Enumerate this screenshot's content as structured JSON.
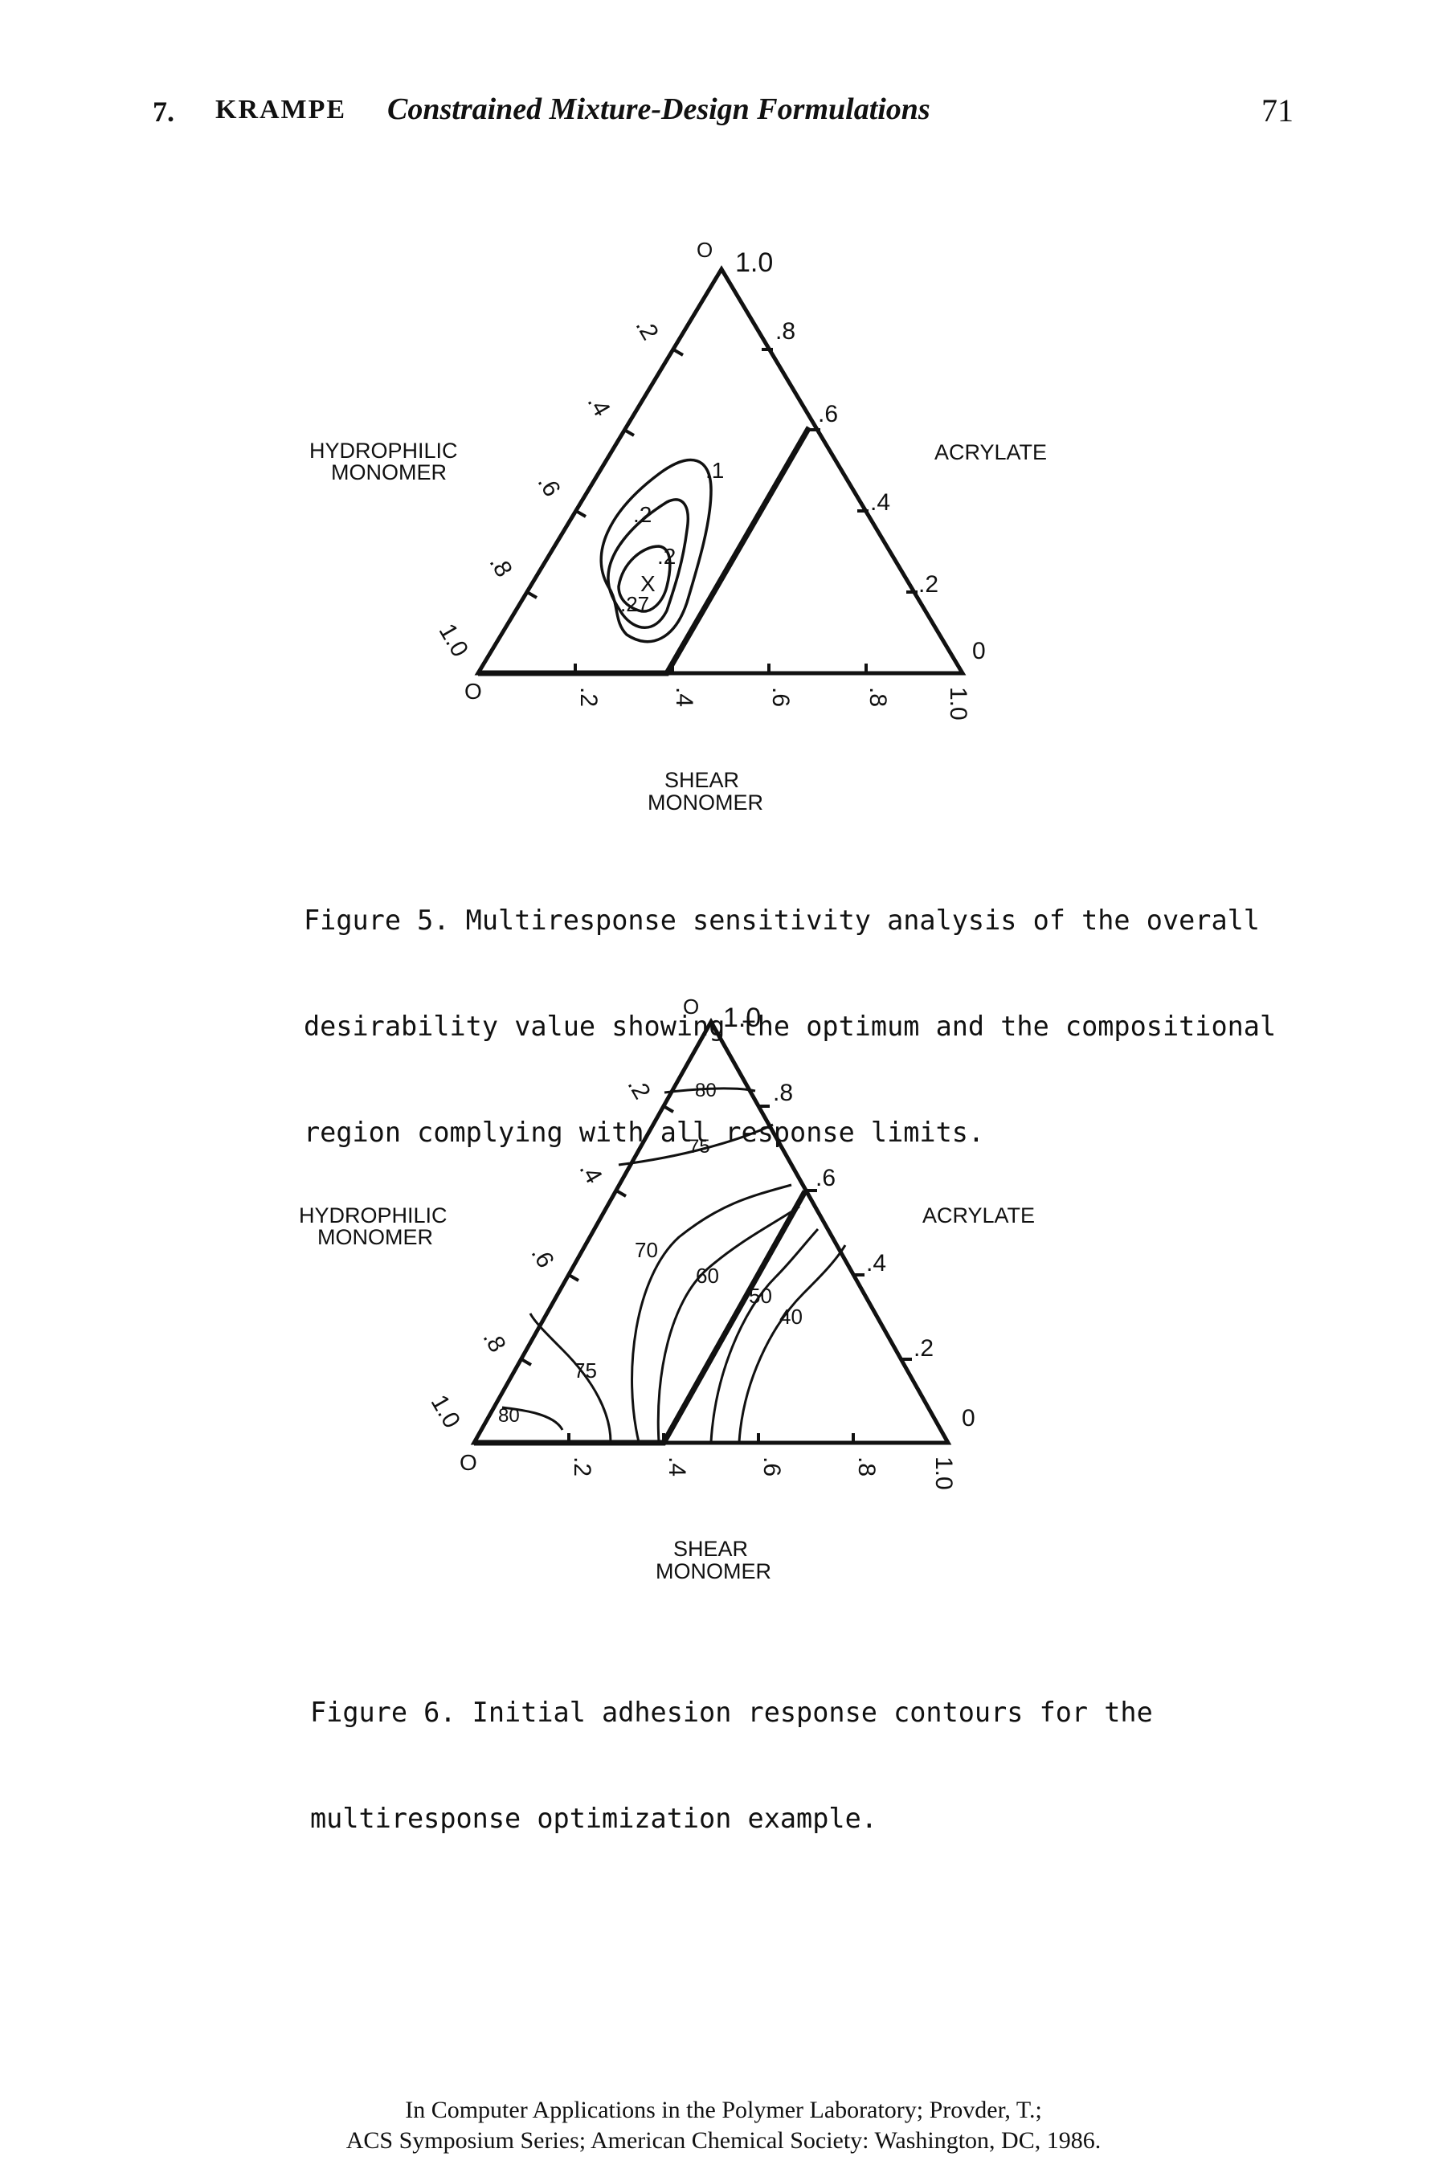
{
  "header": {
    "chapter": "7.",
    "author": "KRAMPE",
    "title": "Constrained Mixture-Design Formulations",
    "page_number": "71"
  },
  "figure5": {
    "top_label": "1.0",
    "top_zero": "O",
    "left_axis_label_line1": "HYDROPHILIC",
    "left_axis_label_line2": "MONOMER",
    "right_axis_label": "ACRYLATE",
    "bottom_axis_label_line1": "SHEAR",
    "bottom_axis_label_line2": "MONOMER",
    "left_ticks": [
      ".2",
      ".4",
      ".6",
      ".8",
      "1.0"
    ],
    "right_ticks": [
      ".8",
      ".6",
      ".4",
      ".2",
      "0"
    ],
    "bottom_ticks": [
      "O",
      ".2",
      ".4",
      ".6",
      ".8",
      "1.0"
    ],
    "contour_labels": [
      ".1",
      ".2",
      ".2",
      ".27"
    ],
    "optimum_marker": "X",
    "caption": [
      "Figure 5.  Multiresponse sensitivity analysis of the overall",
      "desirability value showing the optimum and the compositional",
      "region complying with all response limits."
    ]
  },
  "figure6": {
    "top_label": "1.0",
    "top_zero": "O",
    "left_axis_label_line1": "HYDROPHILIC",
    "left_axis_label_line2": "MONOMER",
    "right_axis_label": "ACRYLATE",
    "bottom_axis_label_line1": "SHEAR",
    "bottom_axis_label_line2": "MONOMER",
    "left_ticks": [
      ".2",
      ".4",
      ".6",
      ".8",
      "1.0"
    ],
    "right_ticks": [
      ".8",
      ".6",
      ".4",
      ".2",
      "0"
    ],
    "bottom_ticks": [
      "O",
      ".2",
      ".4",
      ".6",
      ".8",
      "1.0"
    ],
    "contour_labels": [
      "80",
      "75",
      "70",
      "60",
      "50",
      "40",
      "75",
      "80"
    ],
    "caption": [
      "Figure 6.  Initial adhesion response contours for the",
      "multiresponse optimization example."
    ]
  },
  "footer": {
    "line1": "In Computer Applications in the Polymer Laboratory; Provder, T.;",
    "line2": "ACS Symposium Series; American Chemical Society: Washington, DC, 1986."
  }
}
